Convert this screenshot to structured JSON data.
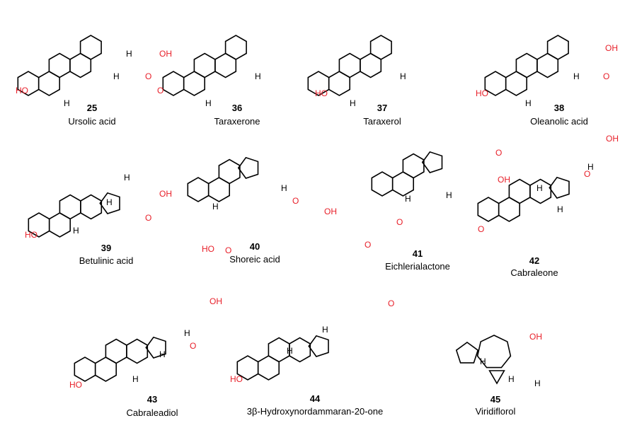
{
  "figure": {
    "compounds": [
      {
        "number": "25",
        "name": "Ursolic acid",
        "atoms": [
          "HO",
          "OH",
          "O",
          "H",
          "H",
          "H"
        ]
      },
      {
        "number": "36",
        "name": "Taraxerone",
        "atoms": [
          "O",
          "H",
          "H"
        ]
      },
      {
        "number": "37",
        "name": "Taraxerol",
        "atoms": [
          "HO",
          "H",
          "H"
        ]
      },
      {
        "number": "38",
        "name": "Oleanolic acid",
        "atoms": [
          "HO",
          "OH",
          "O",
          "H",
          "H"
        ]
      },
      {
        "number": "39",
        "name": "Betulinic acid",
        "atoms": [
          "HO",
          "OH",
          "O",
          "H",
          "H",
          "H"
        ]
      },
      {
        "number": "40",
        "name": "Shoreic acid",
        "atoms": [
          "HO",
          "O",
          "O",
          "OH",
          "H",
          "H"
        ]
      },
      {
        "number": "41",
        "name": "Eichlerialactone",
        "atoms": [
          "O",
          "O",
          "OH",
          "O",
          "H",
          "H"
        ]
      },
      {
        "number": "42",
        "name": "Cabraleone",
        "atoms": [
          "O",
          "O",
          "OH",
          "H",
          "H",
          "H"
        ]
      },
      {
        "number": "43",
        "name": "Cabraleadiol",
        "atoms": [
          "HO",
          "O",
          "OH",
          "H",
          "H",
          "H"
        ]
      },
      {
        "number": "44",
        "name": "3β-Hydroxynordammaran-20-one",
        "atoms": [
          "HO",
          "O",
          "H",
          "H"
        ]
      },
      {
        "number": "45",
        "name": "Viridiflorol",
        "atoms": [
          "OH",
          "H",
          "H",
          "H"
        ]
      }
    ],
    "colors": {
      "heteroatom": "#e8202a",
      "bond": "#000000"
    }
  }
}
